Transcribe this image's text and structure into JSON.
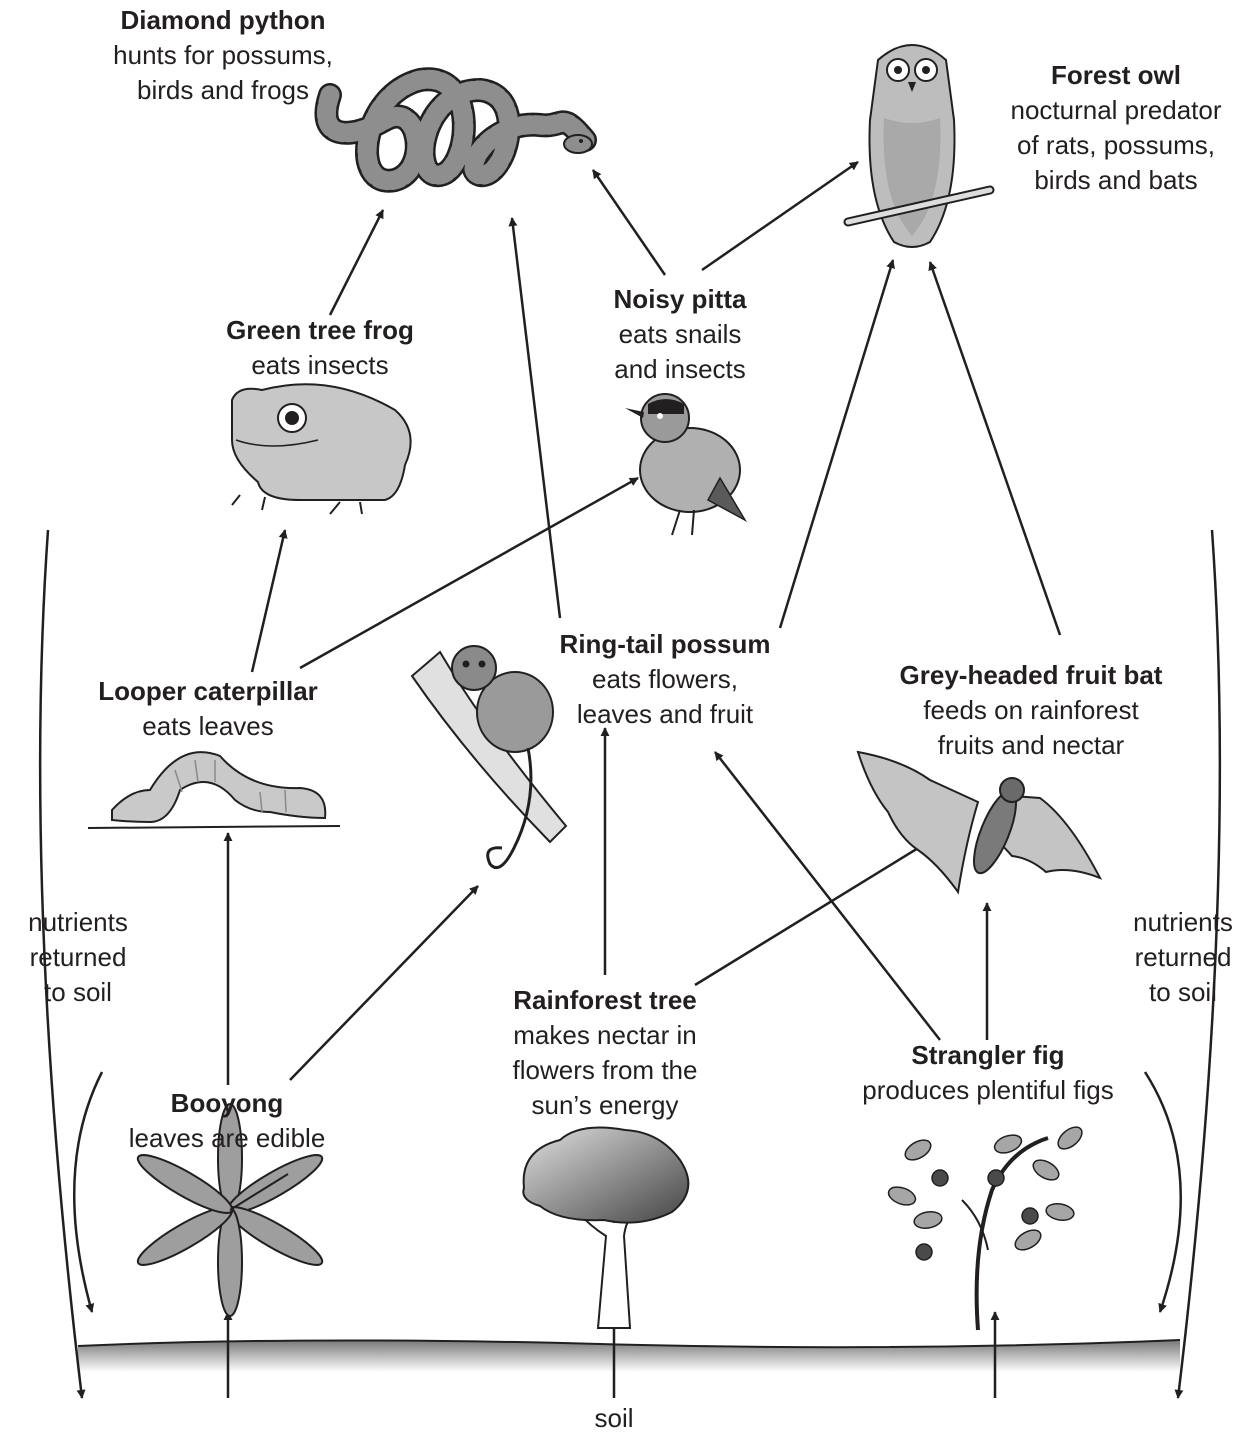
{
  "organisms": [
    {
      "id": "python",
      "name": "Diamond python",
      "desc": "hunts for possums,\nbirds and frogs"
    },
    {
      "id": "owl",
      "name": "Forest owl",
      "desc": "nocturnal predator\nof rats, possums,\nbirds and bats"
    },
    {
      "id": "pitta",
      "name": "Noisy pitta",
      "desc": "eats snails\nand insects"
    },
    {
      "id": "frog",
      "name": "Green tree frog",
      "desc": "eats insects"
    },
    {
      "id": "possum",
      "name": "Ring-tail possum",
      "desc": "eats flowers,\nleaves and fruit"
    },
    {
      "id": "bat",
      "name": "Grey-headed fruit bat",
      "desc": "feeds on rainforest\nfruits and nectar"
    },
    {
      "id": "caterpillar",
      "name": "Looper caterpillar",
      "desc": "eats leaves"
    },
    {
      "id": "tree",
      "name": "Rainforest tree",
      "desc": "makes nectar in\nflowers from the\nsun’s energy"
    },
    {
      "id": "fig",
      "name": "Strangler fig",
      "desc": "produces plentiful figs"
    },
    {
      "id": "booyong",
      "name": "Booyong",
      "desc": "leaves are edible"
    }
  ],
  "nutrients_left": "nutrients\nreturned\nto soil",
  "nutrients_right": "nutrients\nreturned\nto soil",
  "soil_label": "soil",
  "colors": {
    "ink": "#231f20",
    "shade": "#8a8a8a",
    "light": "#cfcfcf"
  }
}
